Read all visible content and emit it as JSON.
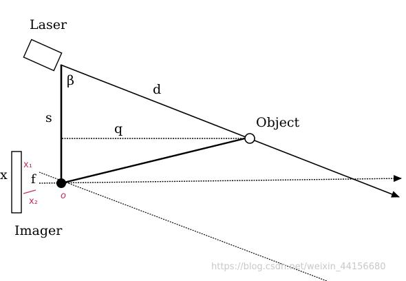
{
  "labels": {
    "laser": "Laser",
    "beta": "β",
    "d": "d",
    "s": "s",
    "q": "q",
    "object": "Object",
    "x": "x",
    "x1": "x₁",
    "x2": "x₂",
    "f": "f",
    "o": "o",
    "imager": "Imager"
  },
  "watermark": "https://blog.csdn.net/weixin_44156680",
  "colors": {
    "ink": "#000000",
    "annotation": "#c03060",
    "watermark": "#c8c8c8"
  }
}
